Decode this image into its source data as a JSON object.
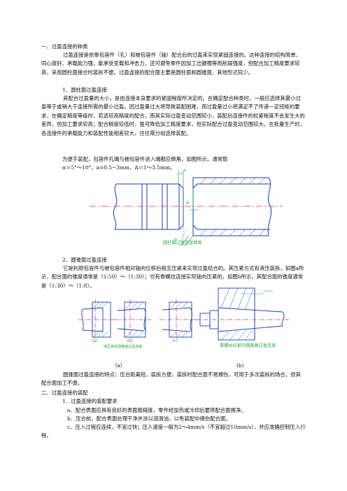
{
  "sections": {
    "s1_title": "一、过盈连接的种类",
    "s1_intro": "过盈连接是依靠包容件（孔）和被包容件（轴）配合后的过盈来实现紧固连接的。这种连接的结构简单、同心度好、承载能力强，能承受变载和冲击力，还可避免零件因加工出键槽等而削弱强度，但配合加工精度要求较高，采用圆柱面接合时装拆不便。过盈连接的配合面主要是圆柱面和圆锥面，其他形式较少。",
    "s1_1_title": "1．圆柱面过盈连接",
    "s1_1_body": "其配合过盈量的大小，是由连接本身要求的紧固程度所决定的。在确定配合种类时，一般应选择其最小过盈等于或稍大于连接所需的最小过盈。因过盈量过大将导致装配困难，而过盈量过小将满足不了传递一定扭矩的要求，在确定精度等级时，若选较高精度的配合，而其实际过盈变动范围较小，装配后连接件的松紧程度不会发生大的差异，但加工要求较高；配合精度较低时，虽可降低加工精度要求，但实际配合过盈变动范围较大。在批量生产时，各连接件的承载能力和装配性能相差较大，往往需分组选择装配。",
    "s1_1_tip": "为便于装配，包容件孔端与被包容件进入端都应倒角，如图所示。通常取",
    "s1_1_formula": "α＝5°～10°，a=0.5~3mm，A＝1～3.5mm。",
    "fig1_caption": "圆柱面过盈连接倒角",
    "fig1_labels": {
      "a": "a",
      "A": "A",
      "alpha": "α"
    },
    "s1_2_title": "2．圆锥面过盈连接",
    "s1_2_body": "它是利用包容件与被包容件相对轴向位移后相互压紧来实现过盈结合的。其压紧方式有液压装拆，如图a所示，配合面的锥度通常是（1:50）～（1:30）；也有靠螺纹连接实现轴向压紧的，如图b所示，其配合面的锥度通常是（1:30）～（1:8）。",
    "fig2_caption_a": "液压装拆圆锥面过盈连接",
    "fig2_caption_b": "靠螺纹压紧的圆锥面过盈连接",
    "fig2_sub": [
      "(a)",
      "(b)",
      "(c)"
    ],
    "fig2_label_a": "（a）",
    "fig2_label_b": "(b)",
    "s1_2_feature": "圆锥面过盈连接的特点：压合距离短，装拆方便，装拆时配合面不易擦伤，可用于多次装拆的场合，但其配合面加工不便。",
    "s2_title": "二、过盈连接的装配",
    "s2_1_title": "1．过盈连接的装配要求",
    "s2_1_a": "a．配合表面应具有良好的表面粗糙度，零件经加热或冷却后要将配合面擦净。",
    "s2_1_b": "b．压合前，配合表面处理干净并涂以润滑油，以免装配中擦伤配合面。",
    "s2_1_c": "c．压入过程应连续，不宜过快；压入速度一般为2～4mm/s（不宜超过10mm/s），并应准确控制压入行程。"
  },
  "colors": {
    "accent_green": "#2fa84a",
    "centerline_red": "#e0208a",
    "drawing_blue": "#1a3da8"
  }
}
